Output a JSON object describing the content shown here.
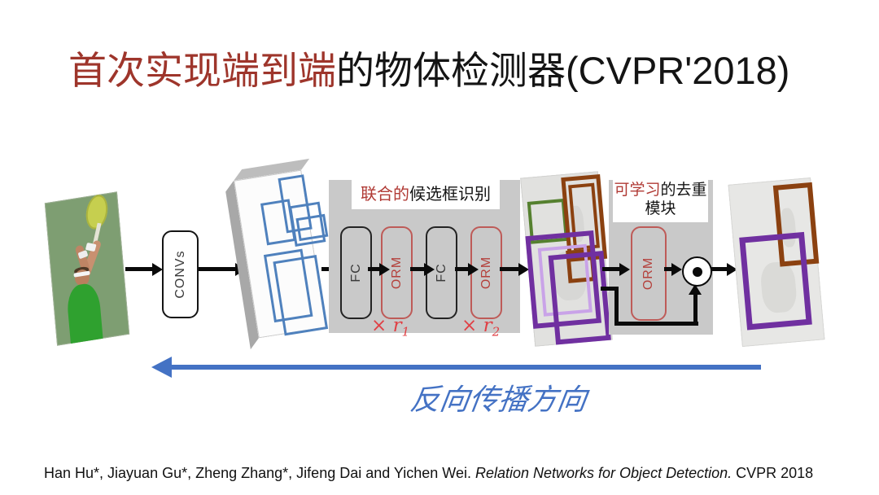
{
  "title": {
    "highlight": "首次实现端到端",
    "rest": "的物体检测器(CVPR'2018)"
  },
  "pipeline": {
    "convs_label": "CONVs",
    "fc_label": "FC",
    "orm_label": "ORM",
    "stage1_label": {
      "red": "联合的",
      "black": "候选框识别"
    },
    "stage2_label": {
      "red": "可学习",
      "black": "的去重",
      "line2": "模块"
    },
    "mult1": {
      "times": "×",
      "var": "r",
      "sub": "1"
    },
    "mult2": {
      "times": "×",
      "var": "r",
      "sub": "2"
    }
  },
  "backprop": {
    "label": "反向传播方向"
  },
  "citation": {
    "authors": "Han Hu*, Jiayuan Gu*, Zheng Zhang*, Jifeng Dai and Yichen Wei. ",
    "paper_italic": "Relation Networks for Object Detection.",
    "venue": " CVPR 2018"
  },
  "colors": {
    "title_red": "#9E352B",
    "stage_label_red": "#B03A35",
    "orm_red": "#BE5B58",
    "multiplier_red": "#E04045",
    "backprop_blue": "#4472C4",
    "proposal_blue": "#4F81BD",
    "bbox_green": "#55802F",
    "bbox_brown": "#8B4110",
    "bbox_purple": "#7030A0",
    "bbox_purple_light": "#C9A3E8",
    "stage_box_gray": "#C9C9C9"
  }
}
